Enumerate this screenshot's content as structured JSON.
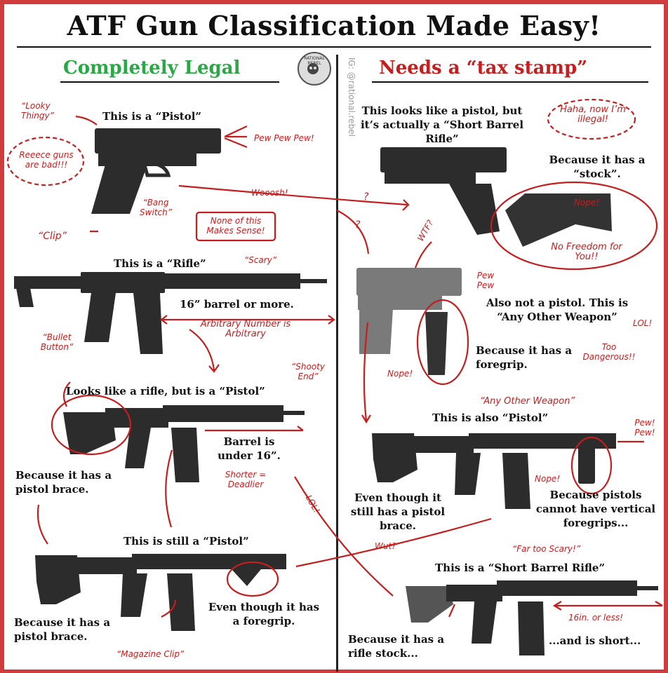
{
  "title": "ATF Gun Classification Made Easy!",
  "left_header": "Completely Legal",
  "right_header": "Needs a “tax stamp”",
  "watermark": "IG: @rational.rebel",
  "seal_text": "RATIONAL REBEL",
  "left": {
    "pistol": "This is a “Pistol”",
    "rifle": "This is a “Rifle”",
    "barrel16": "16” barrel or more.",
    "rifle_pistol": "Looks like a rifle, but is a “Pistol”",
    "barrel_under": "Barrel is under 16”.",
    "brace1": "Because it has a pistol brace.",
    "still_pistol": "This is still a “Pistol”",
    "even_foregrip": "Even though it has a foregrip.",
    "brace2": "Because it has a pistol brace."
  },
  "right": {
    "sbr1": "This looks like a pistol, but it’s actually a “Short Barrel Rifle”",
    "stock": "Because it has a “stock”.",
    "aow1": "Also not a pistol. This is “Any Other Weapon”",
    "foregrip": "Because it has a foregrip.",
    "also": "This is also “Pistol”",
    "even_brace": "Even though it still has a pistol brace.",
    "vertical": "Because pistols cannot have vertical foregrips...",
    "sbr2": "This is a “Short Barrel Rifle”",
    "rifle_stock": "Because it has a rifle stock...",
    "short": "...and is short..."
  },
  "notes": {
    "looky": "“Looky Thingy”",
    "reeee": "Reeece guns are bad!!!",
    "frown": "“Clip”",
    "bang": "“Bang Switch”",
    "pew": "Pew Pew Pew!",
    "none": "None of this Makes Sense!",
    "woosh": "Wooosh!",
    "q1": "?",
    "q2": "?",
    "wtf": "WTF?",
    "scary": "“Scary”",
    "bullet": "“Bullet Button”",
    "arbitrary": "Arbitrary Number is Arbitrary",
    "shooty": "“Shooty End”",
    "shorter": "Shorter = Deadlier",
    "lol1": "LOL!",
    "magclip": "“Magazine Clip”",
    "haha": "Haha, now I’m illegal!",
    "nope1": "Nope!",
    "nofreedom": "No Freedom for You!!",
    "pewpew2": "Pew Pew",
    "lol2": "LOL!",
    "toodangerous": "Too Dangerous!!",
    "nope2": "Nope!",
    "aowlabel": "“Any Other Weapon”",
    "pewpew3": "Pew! Pew!",
    "nope3": "Nope!",
    "wut": "Wut?",
    "fartoo": "“Far too Scary!”",
    "sixteen": "16in. or less!"
  },
  "colors": {
    "accent_red": "#c41e1e",
    "legal_green": "#2aa845",
    "frame": "#d03b3b"
  }
}
